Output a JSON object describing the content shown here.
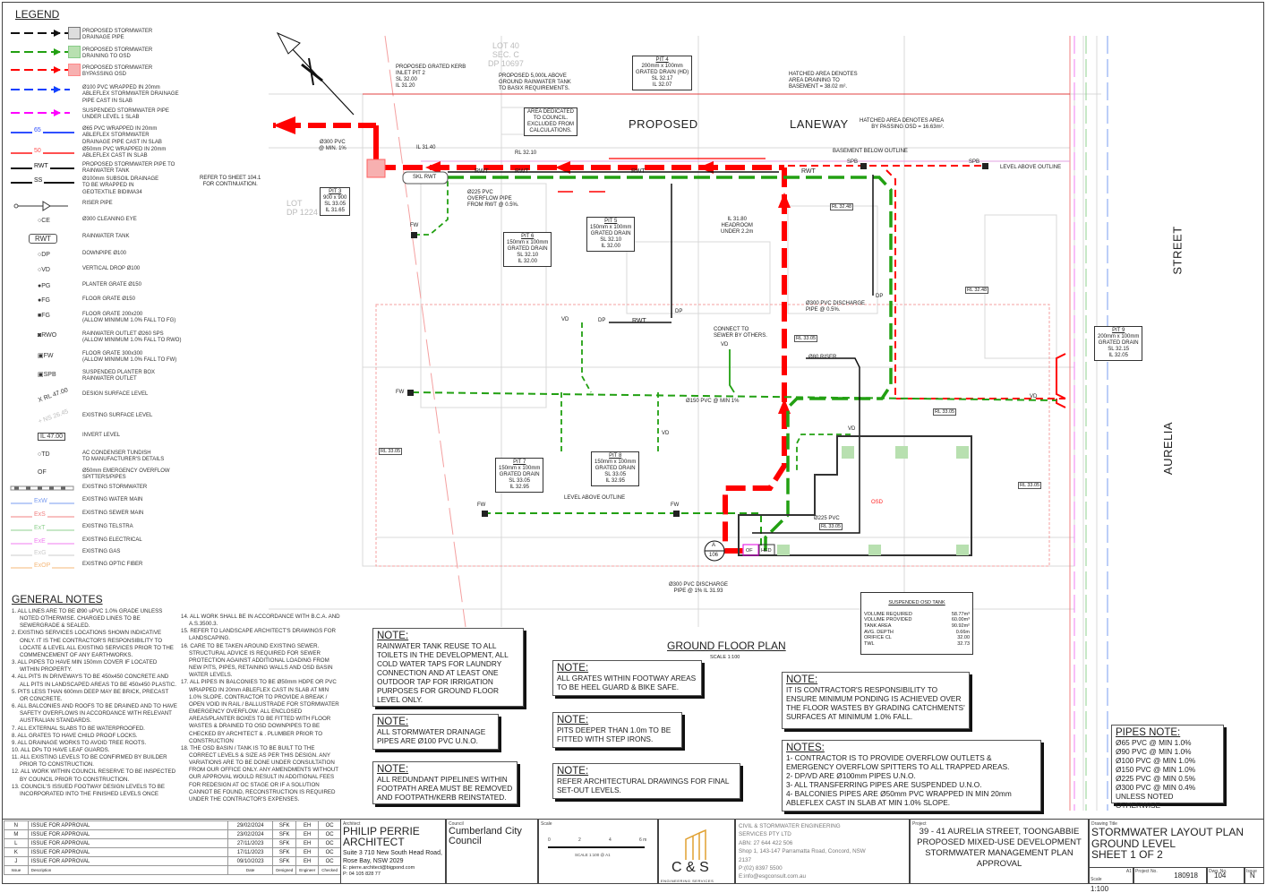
{
  "legend": {
    "title": "LEGEND",
    "items": [
      {
        "symbol": "black-dashed-arrow",
        "tag": "",
        "label": "PROPOSED STORMWATER\nDRAINAGE PIPE"
      },
      {
        "symbol": "green-dashed-arrow",
        "tag": "",
        "label": "PROPOSED STORMWATER\nDRAINING TO OSD"
      },
      {
        "symbol": "red-dashed-arrow",
        "tag": "",
        "label": "PROPOSED STORMWATER\nBYPASSING OSD"
      },
      {
        "symbol": "blue-dashed-arrow",
        "tag": "",
        "label": "Ø100 PVC WRAPPED IN 20mm\nABLEFLEX STORMWATER DRAINAGE\nPIPE CAST IN SLAB"
      },
      {
        "symbol": "magenta-dashed-arrow",
        "tag": "",
        "label": "SUSPENDED STORMWATER PIPE\nUNDER LEVEL 1 SLAB"
      },
      {
        "symbol": "blue-line",
        "tag": "65",
        "label": "Ø65 PVC WRAPPED IN 20mm\nABLEFLEX STORMWATER\nDRAINAGE PIPE CAST IN SLAB"
      },
      {
        "symbol": "red-line",
        "tag": "50",
        "label": "Ø50mm PVC WRAPPED IN 20mm\nABLEFLEX CAST IN SLAB"
      },
      {
        "symbol": "black-line",
        "tag": "RWT",
        "label": "PROPOSED STORMWATER PIPE TO\nRAINWATER TANK"
      },
      {
        "symbol": "black-line",
        "tag": "SS",
        "label": "Ø100mm SUBSOIL DRAINAGE\nTO BE WRAPPED IN\nGEOTEXTILE BIDIMA34"
      },
      {
        "symbol": "riser",
        "tag": "",
        "label": "RISER PIPE"
      },
      {
        "symbol": "circle-tag",
        "tag": "CE",
        "label": "Ø300 CLEANING EYE"
      },
      {
        "symbol": "tank",
        "tag": "RWT",
        "label": "RAINWATER TANK"
      },
      {
        "symbol": "circle-tag",
        "tag": "DP",
        "label": "DOWNPIPE Ø100"
      },
      {
        "symbol": "circle-tag",
        "tag": "VD",
        "label": "VERTICAL DROP Ø100"
      },
      {
        "symbol": "dot-tag",
        "tag": "PG",
        "label": "PLANTER GRATE Ø150"
      },
      {
        "symbol": "dot-tag",
        "tag": "FG",
        "label": "FLOOR GRATE Ø150"
      },
      {
        "symbol": "square-tag",
        "tag": "FG",
        "label": "FLOOR GRATE 200x200\n(ALLOW MINIMUM 1.0% FALL TO FG)"
      },
      {
        "symbol": "rwo-tag",
        "tag": "RWO",
        "label": "RAINWATER OUTLET Ø260 SPS\n(ALLOW MINIMUM 1.0% FALL TO RWO)"
      },
      {
        "symbol": "box-tag",
        "tag": "FW",
        "label": "FLOOR GRATE 300x300\n(ALLOW MINIMUM 1.0% FALL TO FW)"
      },
      {
        "symbol": "box-tag",
        "tag": "SPB",
        "label": "SUSPENDED PLANTER BOX\nRAINWATER OUTLET"
      },
      {
        "symbol": "design-level",
        "tag": "X RL 47.00",
        "label": "DESIGN SURFACE LEVEL"
      },
      {
        "symbol": "existing-level",
        "tag": "+ NS 26.45",
        "label": "EXISTING SURFACE LEVEL"
      },
      {
        "symbol": "invert-level",
        "tag": "IL 47.00",
        "label": "INVERT LEVEL"
      },
      {
        "symbol": "circle-tag",
        "tag": "TD",
        "label": "AC CONDENSER TUNDISH\nTO MANUFACTURER'S DETAILS"
      },
      {
        "symbol": "text-tag",
        "tag": "OF",
        "label": "Ø50mm EMERGENCY OVERFLOW\nSPITTERS/PIPES"
      },
      {
        "symbol": "existing-stormwater",
        "tag": "",
        "label": "EXISTING STORMWATER"
      },
      {
        "symbol": "service",
        "tag": "ExW",
        "label": "EXISTING WATER MAIN",
        "color": "#7a9cf0"
      },
      {
        "symbol": "service",
        "tag": "ExS",
        "label": "EXISTING SEWER MAIN",
        "color": "#f08080"
      },
      {
        "symbol": "service",
        "tag": "ExT",
        "label": "EXISTING TELSTRA",
        "color": "#8fd08f"
      },
      {
        "symbol": "service",
        "tag": "ExE",
        "label": "EXISTING ELECTRICAL",
        "color": "#f07ef0"
      },
      {
        "symbol": "service",
        "tag": "ExG",
        "label": "EXISTING GAS",
        "color": "#cccccc"
      },
      {
        "symbol": "service",
        "tag": "ExOP",
        "label": "EXISTING OPTIC FIBER",
        "color": "#f5b87a"
      }
    ]
  },
  "general_notes": {
    "title": "GENERAL NOTES",
    "col1": [
      "1. ALL LINES ARE TO BE Ø90 uPVC 1.0% GRADE UNLESS NOTED OTHERWISE. CHARGED LINES TO BE SEWERGRADE & SEALED.",
      "2. EXISTING SERVICES LOCATIONS SHOWN INDICATIVE ONLY. IT IS THE CONTRACTOR'S RESPONSIBILITY TO LOCATE & LEVEL ALL EXISTING SERVICES PRIOR TO THE COMMENCEMENT OF ANY EARTHWORKS.",
      "3. ALL PIPES TO HAVE MIN 150mm COVER IF LOCATED WITHIN PROPERTY.",
      "4. ALL PITS IN DRIVEWAYS TO BE 450x450 CONCRETE AND ALL PITS IN LANDSCAPED AREAS TO BE 450x450 PLASTIC.",
      "5. PITS LESS THAN 600mm DEEP MAY BE BRICK, PRECAST OR CONCRETE.",
      "6. ALL BALCONIES AND ROOFS TO BE DRAINED AND TO HAVE SAFETY OVERFLOWS IN ACCORDANCE WITH RELEVANT AUSTRALIAN STANDARDS.",
      "7. ALL EXTERNAL SLABS TO BE WATERPROOFED.",
      "8. ALL GRATES TO HAVE CHILD PROOF LOCKS.",
      "9. ALL DRAINAGE WORKS TO AVOID TREE ROOTS.",
      "10. ALL DPs TO HAVE LEAF GUARDS.",
      "11. ALL EXISTING LEVELS TO BE CONFIRMED BY BUILDER PRIOR TO CONSTRUCTION.",
      "12. ALL WORK WITHIN COUNCIL RESERVE TO BE INSPECTED BY COUNCIL PRIOR TO CONSTRUCTION.",
      "13. COUNCIL'S ISSUED FOOTWAY DESIGN LEVELS TO BE INCORPORATED INTO THE FINISHED LEVELS ONCE"
    ],
    "col2": [
      "14. ALL WORK SHALL BE IN ACCORDANCE WITH B.C.A. AND A.S.3500.3.",
      "15. REFER TO LANDSCAPE ARCHITECT'S DRAWINGS FOR LANDSCAPING.",
      "16. CARE TO BE TAKEN AROUND EXISTING SEWER. STRUCTURAL ADVICE IS REQUIRED FOR SEWER PROTECTION AGAINST ADDITIONAL LOADING FROM NEW PITS, PIPES, RETAINING WALLS AND OSD BASIN WATER LEVELS.",
      "17. ALL PIPES IN BALCONIES TO BE Ø50mm HDPE OR PVC WRAPPED IN 20mm ABLEFLEX CAST IN SLAB AT MIN 1.0% SLOPE. CONTRACTOR TO PROVIDE A BREAK / OPEN VOID IN RAIL / BALLUSTRADE FOR STORMWATER EMERGENCY OVERFLOW.  ALL ENCLOSED AREAS/PLANTER BOXES TO BE FITTED WITH FLOOR WASTES & DRAINED TO OSD DOWNPIPES TO BE CHECKED BY ARCHITECT & . PLUMBER PRIOR TO CONSTRUCTION",
      "18. THE OSD BASIN / TANK IS TO BE BUILT TO THE CORRECT LEVELS & SIZE AS PER THIS DESIGN. ANY VARIATIONS ARE TO BE DONE UNDER CONSULTATION FROM OUR OFFICE ONLY. ANY AMENDMENTS WITHOUT OUR APPROVAL WOULD RESULT IN ADDITIONAL FEES FOR REDESIGN AT OC STAGE OR IF A SOLUTION CANNOT BE FOUND, RECONSTRUCTION IS REQUIRED UNDER THE CONTRACTOR'S EXPENSES."
    ]
  },
  "plan": {
    "title": "GROUND FLOOR PLAN",
    "scale": "SCALE 1:100",
    "proposed": "PROPOSED",
    "laneway": "LANEWAY",
    "street": "STREET",
    "aurelia": "AURELIA",
    "lot40": "LOT 40\nSEC. C\nDP 10697",
    "lot_dp": "LOT\nDP 1224",
    "kerb_inlet": "PROPOSED GRATED KERB\nINLET PIT 2\nSL 32.00\nIL 31.20",
    "rw_tank": "PROPOSED 5,000L ABOVE\nGROUND RAINWATER TANK\nTO BASIX REQUIREMENTS.",
    "area_council": "AREA DEDICATED\nTO COUNCIL.\nEXCLUDED FROM\nCALCULATIONS.",
    "hatched_basement": "HATCHED AREA DENOTES\nAREA DRAINING TO\nBASEMENT = 38.02 m².",
    "hatched_bypass": "HATCHED AREA DENOTES AREA\nBY PASSING OSD = 16.63m².",
    "basement_outline": "BASEMENT BELOW OUTLINE",
    "level_above": "LEVEL ABOVE OUTLINE",
    "level_above2": "LEVEL ABOVE OUTLINE",
    "il_3140": "IL 31.40",
    "pvc300": "Ø300 PVC\n@ MIN. 1%",
    "refer": "REFER TO SHEET 104.1\nFOR CONTINUATION.",
    "rl_3210": "RL 32.10",
    "skl_rwt": "SKL RWT",
    "overflow": "Ø225 PVC\nOVERFLOW PIPE\nFROM RWT @ 0.5%.",
    "headroom": "IL 31.80\nHEADROOM\nUNDER 2.2m",
    "discharge05": "Ø300 PVC DISCHARGE\nPIPE @ 0.5%.",
    "sewer": "CONNECT TO\nSEWER BY OTHERS.",
    "riser80": "Ø80 RISER",
    "pvc150": "Ø150 PVC @ MIN 1%",
    "pvc225": "Ø225 PVC",
    "discharge1": "Ø300 PVC DISCHARGE\nPIPE @ 1% IL 31.93",
    "osd": "OSD",
    "section_a": "A",
    "section_no": "106",
    "of": "OF",
    "hed": "HED",
    "rl": [
      "RL 32.48",
      "RL 32.48",
      "RL 33.05",
      "RL 33.05",
      "RL 33.05",
      "RL 33.05",
      "RL 33.05"
    ],
    "pits": {
      "p3": {
        "t": "PIT 3",
        "b": "900 x 900\nSL 33.05\nIL 31.65"
      },
      "p4": {
        "t": "PIT 4",
        "b": "200mm x 100mm\nGRATED DRAIN (HD)\nSL 32.17\nIL 32.07"
      },
      "p5": {
        "t": "PIT 5",
        "b": "150mm x 100mm\nGRATED DRAIN\nSL 32.10\nIL 32.00"
      },
      "p6": {
        "t": "PIT 6",
        "b": "150mm x 100mm\nGRATED DRAIN\nSL 32.10\nIL 32.00"
      },
      "p7": {
        "t": "PIT 7",
        "b": "150mm x 100mm\nGRATED DRAIN\nSL 33.05\nIL 32.95"
      },
      "p8": {
        "t": "PIT 8",
        "b": "150mm x 100mm\nGRATED DRAIN\nSL 33.05\nIL 32.95"
      },
      "p9": {
        "t": "PIT 9",
        "b": "200mm x 100mm\nGRATED DRAIN\nSL 32.15\nIL 32.05"
      }
    },
    "tags": {
      "fw": "FW",
      "vd": "VD",
      "dp": "DP",
      "rwt": "RWT",
      "spb": "SPB"
    }
  },
  "osd_table": {
    "title": "SUSPENDED OSD TANK",
    "rows": [
      [
        "VOLUME REQUIRED",
        "58.77m³"
      ],
      [
        "VOLUME PROVIDED",
        "60.00m³"
      ],
      [
        "TANK AREA",
        "90.92m²"
      ],
      [
        "AVG. DEPTH",
        "0.66m"
      ],
      [
        "ORIFICE CL",
        "32.00"
      ],
      [
        "TWL",
        "32.73"
      ]
    ]
  },
  "notes": [
    {
      "h": "NOTE:",
      "b": "RAINWATER TANK REUSE TO ALL\nTOILETS IN THE DEVELOPMENT, ALL\nCOLD WATER TAPS FOR LAUNDRY\nCONNECTION AND AT LEAST ONE\nOUTDOOR TAP FOR IRRIGATION\nPURPOSES FOR GROUND FLOOR\nLEVEL ONLY."
    },
    {
      "h": "NOTE:",
      "b": "ALL STORMWATER DRAINAGE\nPIPES ARE Ø100 PVC U.N.O."
    },
    {
      "h": "NOTE:",
      "b": "ALL REDUNDANT PIPELINES WITHIN\nFOOTPATH AREA MUST BE REMOVED\nAND FOOTPATH/KERB REINSTATED."
    },
    {
      "h": "NOTE:",
      "b": "ALL GRATES WITHIN FOOTWAY AREAS\nTO BE HEEL GUARD & BIKE SAFE."
    },
    {
      "h": "NOTE:",
      "b": "PITS DEEPER THAN 1.0m TO BE\nFITTED WITH STEP IRONS."
    },
    {
      "h": "NOTE:",
      "b": "REFER ARCHITECTURAL DRAWINGS FOR FINAL\nSET-OUT LEVELS."
    },
    {
      "h": "NOTE:",
      "b": "IT IS CONTRACTOR'S RESPONSIBILITY TO\nENSURE MINIMUM PONDING IS ACHIEVED OVER\nTHE FLOOR WASTES BY GRADING CATCHMENTS'\nSURFACES AT MINIMUM 1.0% FALL."
    },
    {
      "h": "NOTES:",
      "b": "1- CONTRACTOR IS TO PROVIDE OVERFLOW OUTLETS &\nEMERGENCY OVERFLOW SPITTERS TO ALL TRAPPED AREAS.\n2- DP/VD ARE Ø100mm PIPES U.N.O.\n3- ALL TRANSFERRING PIPES ARE SUSPENDED U.N.O.\n4- BALCONIES PIPES ARE Ø50mm PVC WRAPPED IN MIN 20mm\nABLEFLEX CAST IN SLAB AT MIN 1.0% SLOPE."
    },
    {
      "h": "PIPES NOTE:",
      "b": "Ø65   PVC @ MIN 1.0%\nØ90   PVC @ MIN 1.0%\nØ100 PVC @ MIN 1.0%\nØ150 PVC @ MIN 1.0%\nØ225 PVC @ MIN 0.5%\nØ300 PVC @ MIN 0.4%\nUNLESS NOTED OTHERWISE"
    }
  ],
  "revisions": {
    "headers": [
      "Issue",
      "Description",
      "Date",
      "Designed",
      "Engineer",
      "Checked"
    ],
    "rows": [
      [
        "N",
        "ISSUE FOR APPROVAL",
        "29/02/2024",
        "SFK",
        "EH",
        "OC"
      ],
      [
        "M",
        "ISSUE FOR APPROVAL",
        "23/02/2024",
        "SFK",
        "EH",
        "OC"
      ],
      [
        "L",
        "ISSUE FOR APPROVAL",
        "27/11/2023",
        "SFK",
        "EH",
        "OC"
      ],
      [
        "K",
        "ISSUE FOR APPROVAL",
        "17/11/2023",
        "SFK",
        "EH",
        "OC"
      ],
      [
        "J",
        "ISSUE FOR APPROVAL",
        "09/10/2023",
        "SFK",
        "EH",
        "OC"
      ]
    ]
  },
  "title_block": {
    "architect_label": "Architect",
    "architect": "PHILIP PERRIE\nARCHITECT",
    "architect_addr": "Suite 3 710 New South Head Road,\nRose Bay, NSW 2029",
    "architect_contact": "E: pierre.architect@bigpond.com\nP: 04 105 828 77",
    "council_label": "Council",
    "council": "Cumberland City\nCouncil",
    "scale_label": "Scale",
    "scale_ticks": [
      "0",
      "2",
      "4",
      "6 m"
    ],
    "scale_bar": "SCALE 1:100 @ A1",
    "logo": "C & S",
    "logo_sub": "ENGINEERING SERVICES",
    "company": "CIVIL & STORMWATER ENGINEERING\nSERVICES PTY LTD\nABN: 27 644 422 506\nShop 1, 143-147 Parramatta Road, Concord, NSW\n2137\nP:(02) 8397 5500\nE:info@esgconsult.com.au",
    "project_label": "Project",
    "project": "39 - 41 AURELIA STREET, TOONGABBIE\nPROPOSED MIXED-USE DEVELOPMENT\nSTORMWATER MANAGEMENT PLAN\nAPPROVAL",
    "drawing_label": "Drawing Title",
    "drawing": "STORMWATER LAYOUT PLAN\nGROUND LEVEL\nSHEET 1 OF 2",
    "scale_l": "Scale",
    "scale": "1:100",
    "sheet": "A1",
    "projno_l": "Project No.",
    "projno": "180918",
    "dwg_l": "Dwg. No.",
    "dwg": "104",
    "issue_l": "Issue",
    "issue": "N"
  },
  "colors": {
    "red": "#ff0000",
    "green": "#22a012",
    "black": "#111111"
  }
}
